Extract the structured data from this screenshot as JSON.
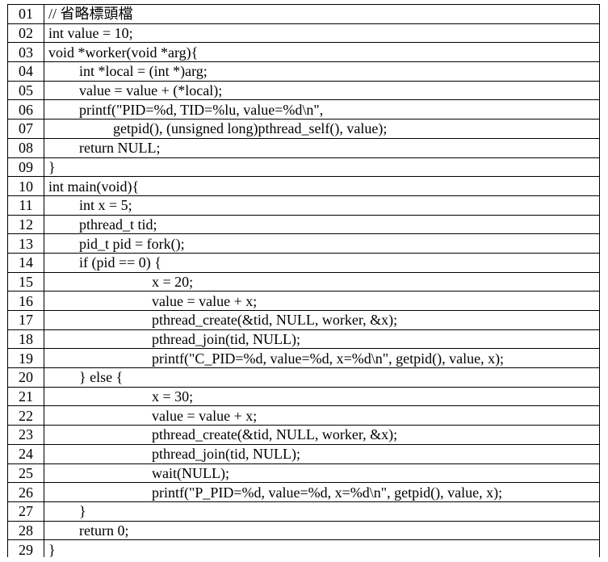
{
  "code": {
    "lines": [
      {
        "number": "01",
        "indent": 0,
        "text": "// 省略標頭檔"
      },
      {
        "number": "02",
        "indent": 0,
        "text": "int value = 10;"
      },
      {
        "number": "03",
        "indent": 0,
        "text": "void *worker(void *arg){"
      },
      {
        "number": "04",
        "indent": 1,
        "text": "int *local = (int *)arg;"
      },
      {
        "number": "05",
        "indent": 1,
        "text": "value = value + (*local);"
      },
      {
        "number": "06",
        "indent": 1,
        "text": "printf(\"PID=%d, TID=%lu, value=%d\\n\","
      },
      {
        "number": "07",
        "indent": 2,
        "text": "getpid(), (unsigned long)pthread_self(), value);"
      },
      {
        "number": "08",
        "indent": 1,
        "text": "return NULL;"
      },
      {
        "number": "09",
        "indent": 0,
        "text": "}"
      },
      {
        "number": "10",
        "indent": 0,
        "text": "int main(void){"
      },
      {
        "number": "11",
        "indent": 1,
        "text": "int x = 5;"
      },
      {
        "number": "12",
        "indent": 1,
        "text": "pthread_t tid;"
      },
      {
        "number": "13",
        "indent": 1,
        "text": "pid_t pid = fork();"
      },
      {
        "number": "14",
        "indent": 1,
        "text": "if (pid == 0) {"
      },
      {
        "number": "15",
        "indent": 3,
        "text": "x = 20;"
      },
      {
        "number": "16",
        "indent": 3,
        "text": "value = value + x;"
      },
      {
        "number": "17",
        "indent": 3,
        "text": "pthread_create(&tid, NULL, worker, &x);"
      },
      {
        "number": "18",
        "indent": 3,
        "text": "pthread_join(tid, NULL);"
      },
      {
        "number": "19",
        "indent": 3,
        "text": "printf(\"C_PID=%d, value=%d, x=%d\\n\", getpid(), value, x);"
      },
      {
        "number": "20",
        "indent": 1,
        "text": "} else {"
      },
      {
        "number": "21",
        "indent": 3,
        "text": "x = 30;"
      },
      {
        "number": "22",
        "indent": 3,
        "text": "value = value + x;"
      },
      {
        "number": "23",
        "indent": 3,
        "text": "pthread_create(&tid, NULL, worker, &x);"
      },
      {
        "number": "24",
        "indent": 3,
        "text": "pthread_join(tid, NULL);"
      },
      {
        "number": "25",
        "indent": 3,
        "text": "wait(NULL);"
      },
      {
        "number": "26",
        "indent": 3,
        "text": "printf(\"P_PID=%d, value=%d, x=%d\\n\", getpid(), value, x);"
      },
      {
        "number": "27",
        "indent": 1,
        "text": "}"
      },
      {
        "number": "28",
        "indent": 1,
        "text": "return 0;"
      },
      {
        "number": "29",
        "indent": 0,
        "text": "}"
      }
    ]
  }
}
